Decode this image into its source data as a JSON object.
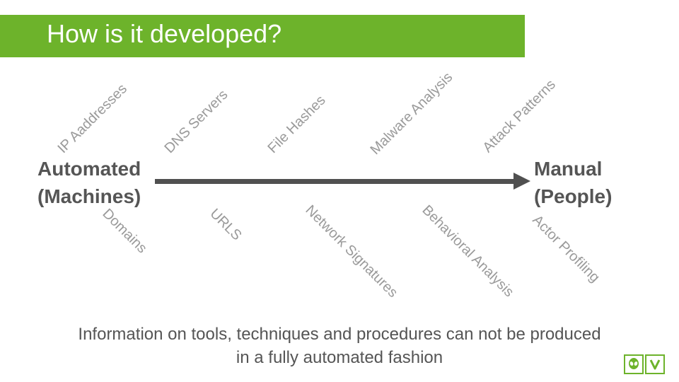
{
  "slide": {
    "title": "How is it developed?",
    "left_endpoint": {
      "line1": "Automated",
      "line2": "(Machines)"
    },
    "right_endpoint": {
      "line1": "Manual",
      "line2": "(People)"
    },
    "upper_labels": [
      "IP Aaddresses",
      "DNS Servers",
      "File Hashes",
      "Malware Analysis",
      "Attack Patterns"
    ],
    "lower_labels": [
      "Domains",
      "URLS",
      "Network Signatures",
      "Behavioral Analysis",
      "Actor Profiling"
    ],
    "footer": {
      "line1": "Information on tools, techniques and procedures can not be produced",
      "line2": "in a fully automated fashion"
    },
    "logo_icons": [
      "alien-icon",
      "v-mark-icon"
    ]
  },
  "colors": {
    "accent": "#6db32b",
    "arrow": "#505050",
    "label": "#9a9a9a",
    "text": "#555555"
  }
}
